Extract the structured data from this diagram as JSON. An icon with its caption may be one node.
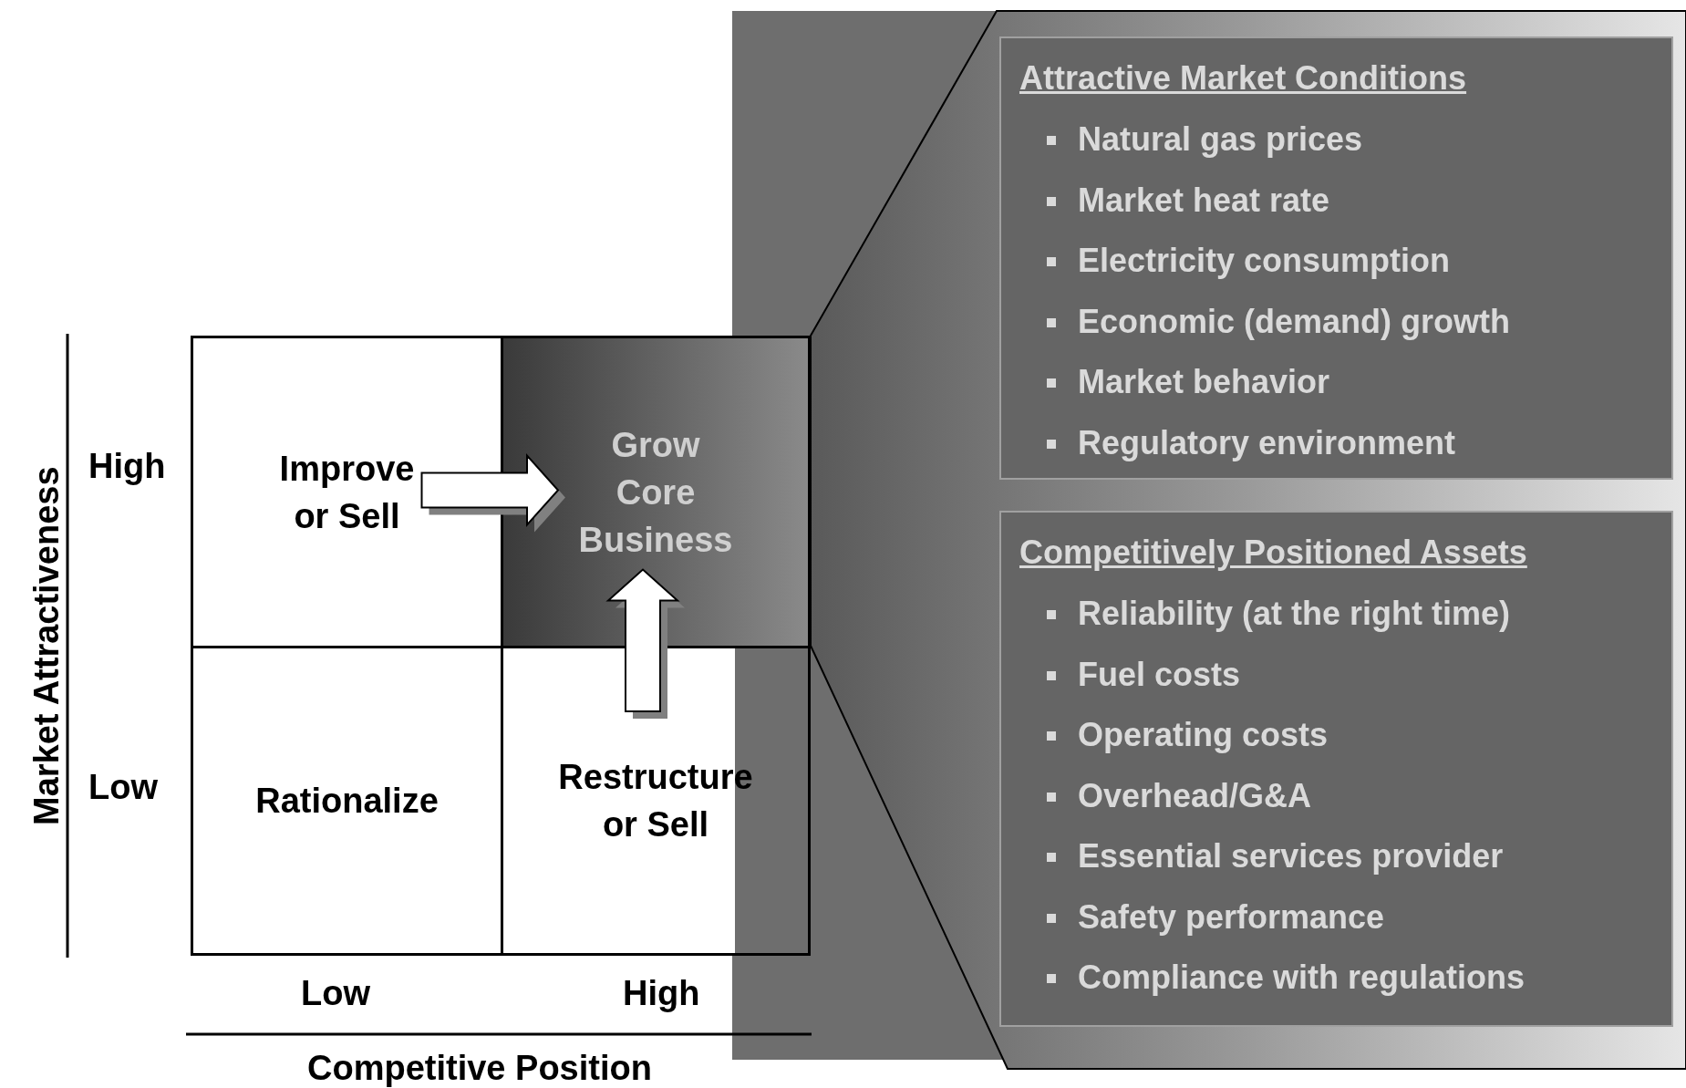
{
  "diagram": {
    "nodes": [
      {
        "text": [
          "Improve or Sell"
        ]
      },
      {
        "text": [
          "Grow Core Business"
        ]
      },
      {
        "text": [
          "Rationalize"
        ]
      },
      {
        "text": [
          "Restructure or Sell"
        ]
      },
      {
        "text": [
          "Attractive Market Conditions",
          "Natural gas prices",
          "Market heat rate",
          "Electricity consumption",
          "Economic (demand) growth",
          "Market behavior",
          "Regulatory environment"
        ]
      },
      {
        "text": [
          "Competitively Positioned Assets",
          "Reliability (at the right time)",
          "Fuel costs",
          "Operating costs",
          "Overhead/G&A",
          "Essential services provider",
          "Safety performance",
          "Compliance with regulations"
        ]
      }
    ],
    "edges": [
      {
        "from": 0,
        "to": 1,
        "arrow": "to"
      },
      {
        "from": 3,
        "to": 1,
        "arrow": "to"
      }
    ],
    "labels": [
      "Market Attractiveness",
      "High",
      "Low",
      "Low",
      "High",
      "Competitive Position"
    ]
  }
}
